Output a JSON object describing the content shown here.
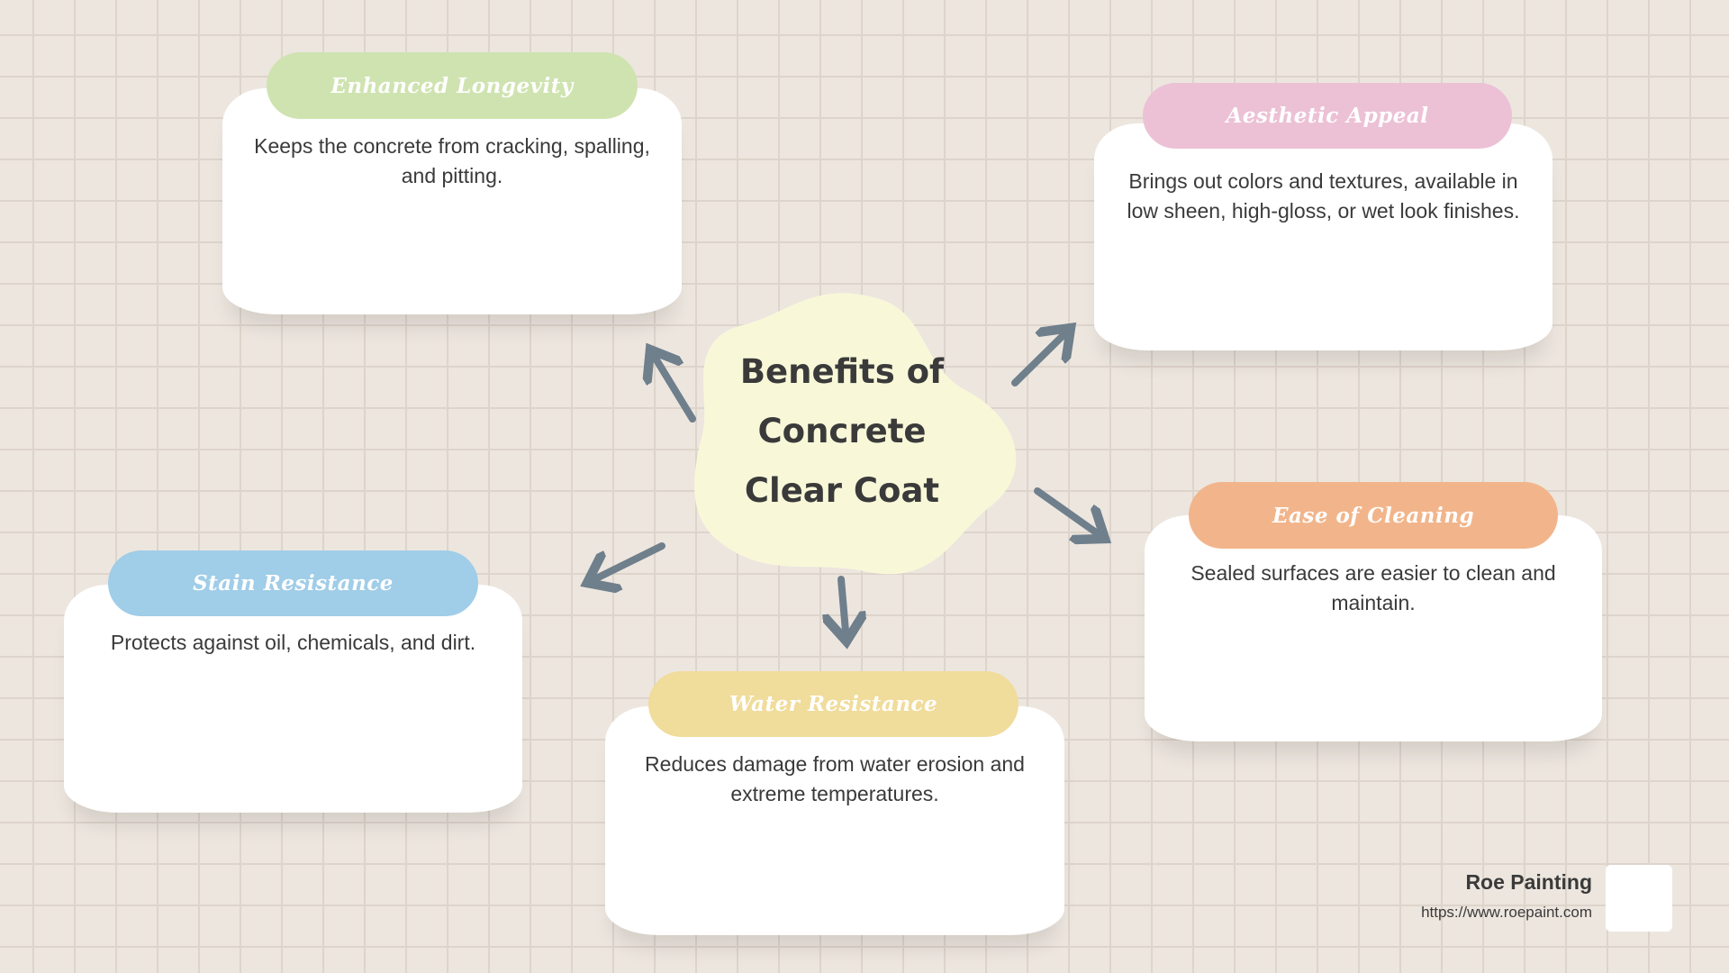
{
  "title": "Benefits of Concrete Clear Coat",
  "benefits": [
    {
      "title": "Enhanced Longevity",
      "desc": "Keeps the concrete from cracking, spalling, and pitting.",
      "color": "#cfe3b0"
    },
    {
      "title": "Aesthetic Appeal",
      "desc": "Brings out colors and textures, available in low sheen, high-gloss, or wet look finishes.",
      "color": "#ecc1d5"
    },
    {
      "title": "Ease of Cleaning",
      "desc": "Sealed surfaces are easier to clean and maintain.",
      "color": "#f2b58b"
    },
    {
      "title": "Stain Resistance",
      "desc": "Protects against oil, chemicals, and dirt.",
      "color": "#a0cde8"
    },
    {
      "title": "Water Resistance",
      "desc": "Reduces damage from water erosion and extreme temperatures.",
      "color": "#f0dc9b"
    }
  ],
  "brand": {
    "name": "Roe Painting",
    "url": "https://www.roepaint.com"
  }
}
